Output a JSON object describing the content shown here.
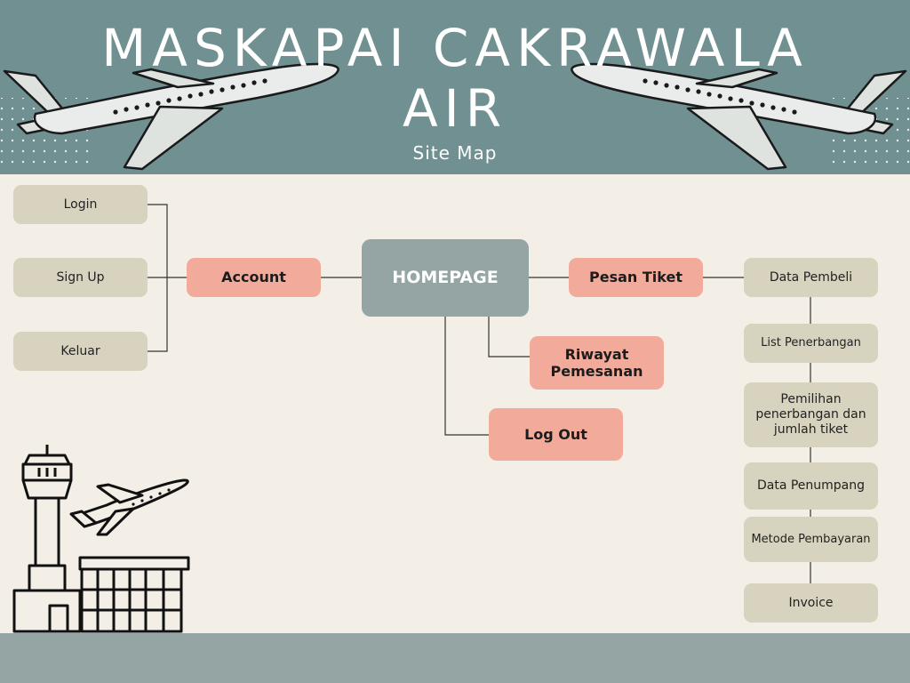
{
  "header": {
    "title_line1": "MASKAPAI CAKRAWALA",
    "title_line2": "AIR",
    "subtitle": "Site Map"
  },
  "sitemap": {
    "home": "HOMEPAGE",
    "account": {
      "label": "Account",
      "children": [
        "Login",
        "Sign Up",
        "Keluar"
      ]
    },
    "pesan_tiket": {
      "label": "Pesan Tiket",
      "steps": [
        "Data Pembeli",
        "List Penerbangan",
        "Pemilihan penerbangan dan jumlah tiket",
        "Data Penumpang",
        "Metode Pembayaran",
        "Invoice"
      ]
    },
    "riwayat": "Riwayat Pemesanan",
    "logout": "Log Out"
  },
  "colors": {
    "header_bg": "#709091",
    "footer_bg": "#94a5a4",
    "canvas_bg": "#f3efe7",
    "node_gray": "#d8d3be",
    "node_salmon": "#f2ab9b",
    "node_home": "#94a5a4"
  },
  "icons": [
    "airplane-icon",
    "control-tower-icon",
    "airport-terminal-icon",
    "plane-takeoff-icon"
  ]
}
